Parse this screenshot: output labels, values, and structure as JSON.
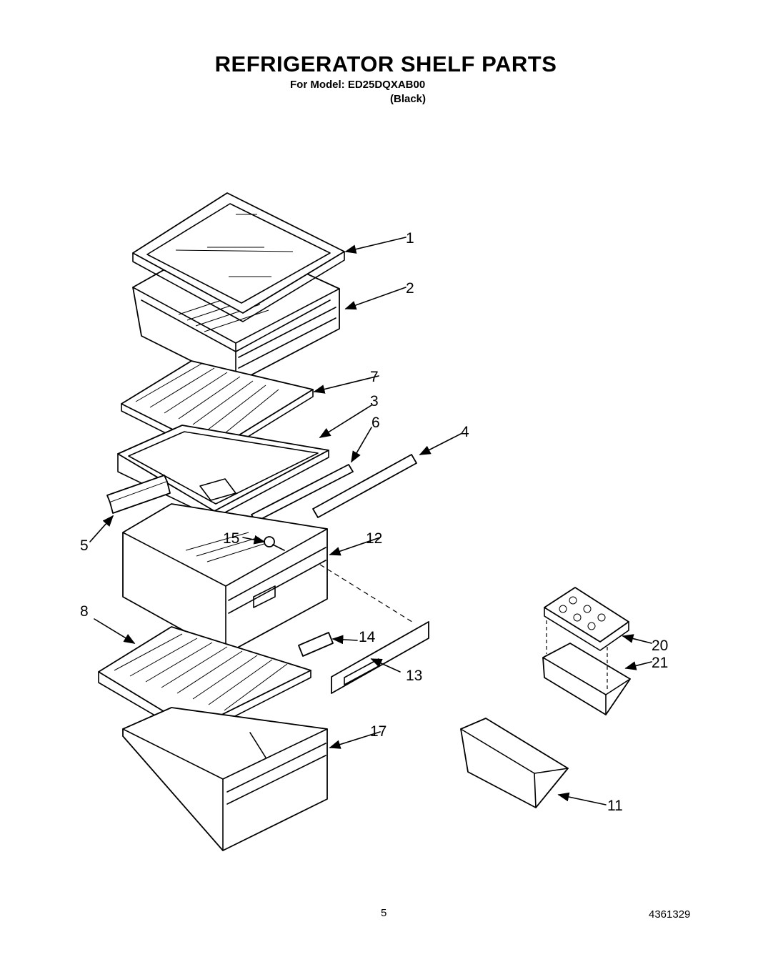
{
  "header": {
    "title": "REFRIGERATOR SHELF PARTS",
    "model_line": "For Model: ED25DQXAB00",
    "color_line": "(Black)"
  },
  "footer": {
    "page_number": "5",
    "document_number": "4361329"
  },
  "callouts": {
    "c1": "1",
    "c2": "2",
    "c3": "3",
    "c4": "4",
    "c5": "5",
    "c6": "6",
    "c7": "7",
    "c8": "8",
    "c11": "11",
    "c12": "12",
    "c13": "13",
    "c14": "14",
    "c15": "15",
    "c17": "17",
    "c20": "20",
    "c21": "21"
  }
}
